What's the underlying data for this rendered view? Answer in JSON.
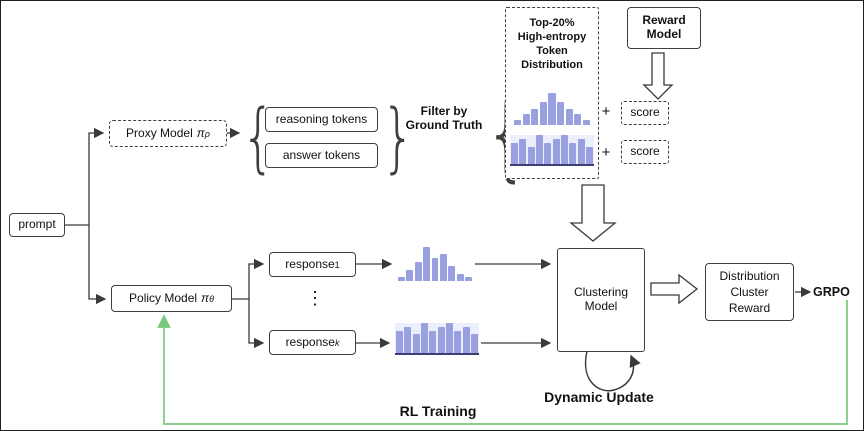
{
  "colors": {
    "bar": "#98a0e0",
    "hist_bg": "#eceefb",
    "baseline": "#3b3f75",
    "rl_green": "#7cc87e",
    "line": "#3a3a3a"
  },
  "charts": {
    "entropy_hist_top": {
      "type": "bar",
      "values": [
        1.5,
        3,
        4.5,
        6.5,
        9,
        6.5,
        4.5,
        3,
        1.5
      ]
    },
    "entropy_hist_bottom": {
      "type": "bar",
      "values": [
        5,
        6,
        4,
        7,
        5,
        6,
        7,
        5,
        6,
        4
      ],
      "baseline": true
    },
    "response_1_hist": {
      "type": "bar",
      "values": [
        1,
        3,
        5,
        9,
        6,
        7,
        4,
        2,
        1
      ]
    },
    "response_k_hist": {
      "type": "bar",
      "values": [
        6,
        7,
        5,
        8,
        6,
        7,
        8,
        6,
        7,
        5
      ],
      "baseline": true
    }
  },
  "diagram": {
    "prompt_label": "prompt",
    "proxy_model": {
      "label": "Proxy Model",
      "symbol": "π",
      "subscript": "ρ"
    },
    "policy_model": {
      "label": "Policy Model",
      "symbol": "π",
      "subscript": "θ"
    },
    "reasoning_tokens_label": "reasoning tokens",
    "answer_tokens_label": "answer tokens",
    "filter_lines": [
      "Filter by",
      "Ground Truth"
    ],
    "distribution_title_lines": [
      "Top-20%",
      "High-entropy",
      "Token",
      "Distribution"
    ],
    "plus": "+",
    "score_label": "score",
    "reward_model_lines": [
      "Reward",
      "Model"
    ],
    "clustering_model_lines": [
      "Clustering",
      "Model"
    ],
    "distribution_cluster_reward_lines": [
      "Distribution",
      "Cluster",
      "Reward"
    ],
    "grpo_label": "GRPO",
    "response_1": {
      "label": "response",
      "subscript": "1"
    },
    "response_k": {
      "label": "response",
      "subscript": "k"
    },
    "ellipsis": "⋮",
    "dynamic_update_label": "Dynamic Update",
    "rl_training_label": "RL Training",
    "brace_open": "{",
    "brace_close": "}"
  }
}
